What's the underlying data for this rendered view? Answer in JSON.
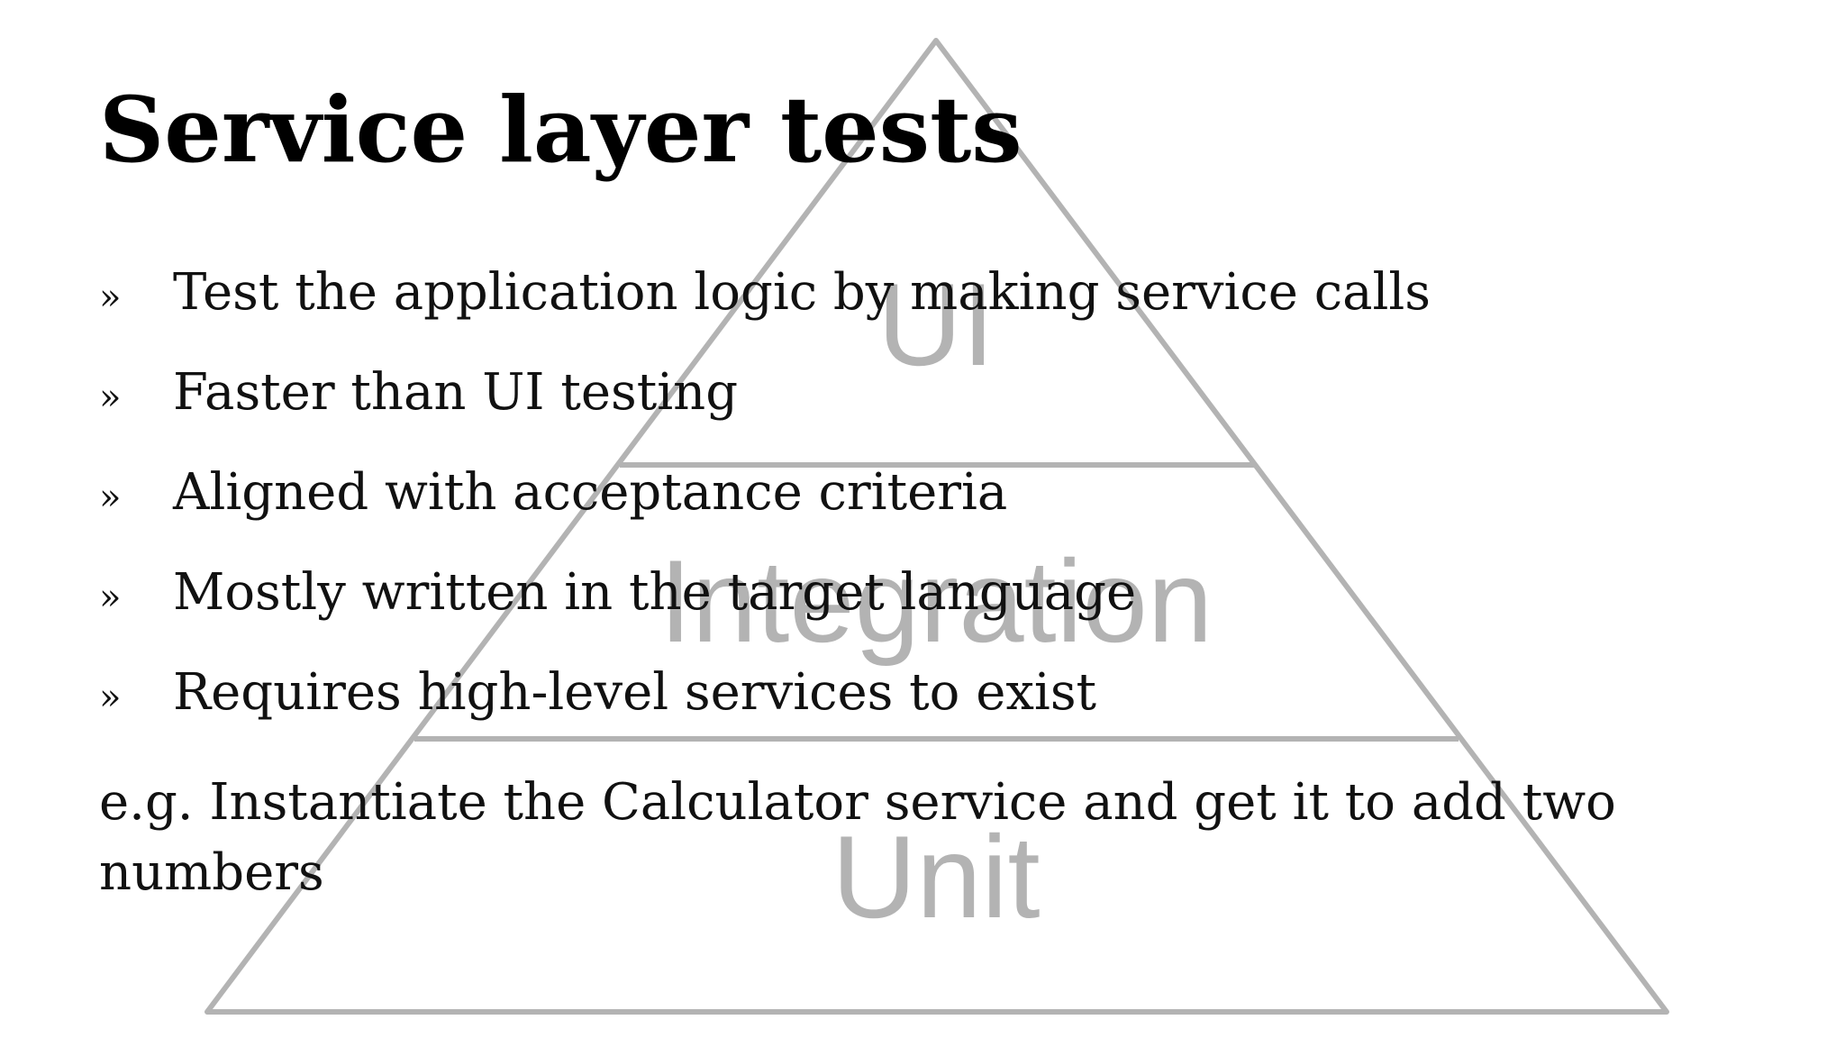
{
  "slide": {
    "title": "Service layer tests",
    "bullet_marker": "»",
    "bullets": [
      "Test the application logic by making service calls",
      "Faster than UI testing",
      "Aligned with acceptance criteria",
      "Mostly written in the target language",
      "Requires high-level services to exist"
    ],
    "example": "e.g. Instantiate the Calculator service and get it to add two numbers"
  },
  "pyramid": {
    "layers": [
      "UI",
      "Integration",
      "Unit"
    ],
    "stroke_color": "#b3b3b3",
    "label_color": "#b3b3b3"
  }
}
